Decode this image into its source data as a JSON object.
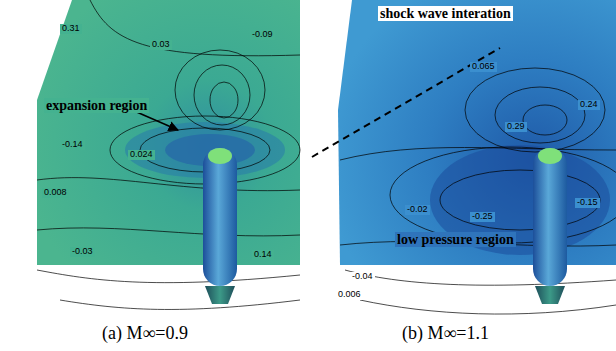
{
  "diagram": {
    "labels": [
      "expansion region",
      "shock wave interation",
      "low pressure region",
      "(a) M∞=0.9",
      "(b) M∞=1.1",
      "0.31",
      "0.03",
      "-0.09",
      "0.024",
      "-0.14",
      "-0.03",
      "0.14",
      "0.008",
      "0.065",
      "0.29",
      "0.24",
      "-0.15",
      "-0.25",
      "-0.02",
      "-0.04",
      "0.006"
    ]
  }
}
